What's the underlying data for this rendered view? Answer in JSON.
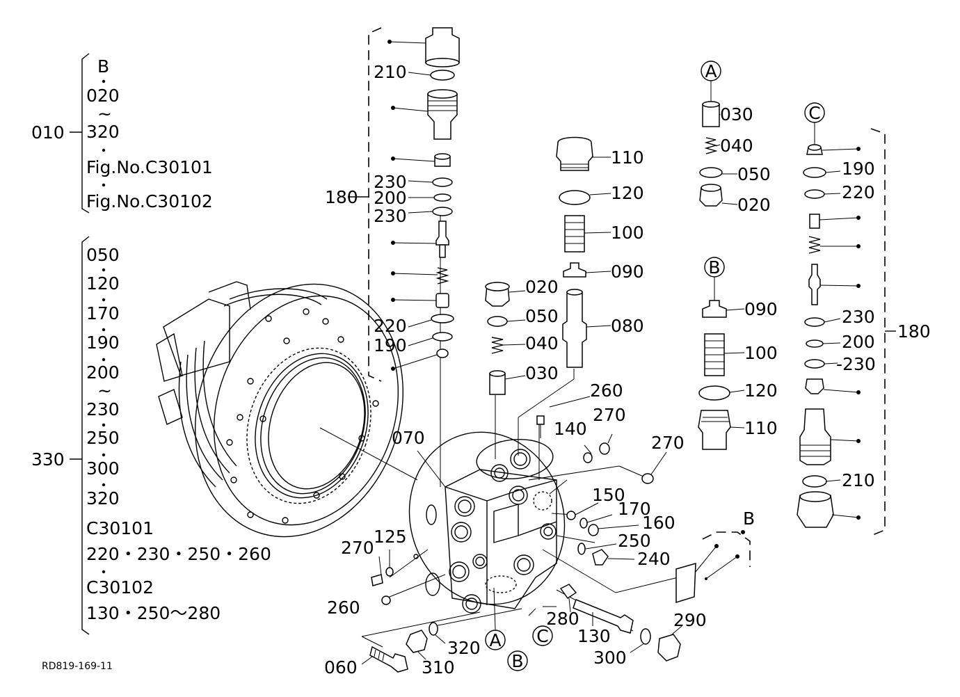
{
  "legend_010": {
    "number": "010",
    "lines": [
      "B",
      "020",
      "~",
      "320",
      "Fig.No.C30101",
      "Fig.No.C30102"
    ]
  },
  "legend_330": {
    "number": "330",
    "lines": [
      "050",
      "120",
      "170",
      "190",
      "200",
      "~",
      "230",
      "250",
      "300",
      "320",
      "C30101",
      "220・230・250・260",
      "C30102",
      "130・250～280"
    ]
  },
  "left_assembly_labels": {
    "l210": "210",
    "l230a": "230",
    "l200": "200",
    "l230b": "230",
    "l180": "180",
    "l220": "220",
    "l190": "190"
  },
  "center_labels": {
    "l020": "020",
    "l050": "050",
    "l040": "040",
    "l030": "030",
    "l110": "110",
    "l120": "120",
    "l100": "100",
    "l090": "090",
    "l080": "080",
    "l260a": "260",
    "l270a": "270",
    "l140": "140",
    "l270b": "270",
    "l070": "070",
    "l150": "150",
    "l170": "170",
    "l160": "160",
    "l250": "250",
    "l240": "240",
    "l270c": "270",
    "l125": "125",
    "l260b": "260",
    "l280": "280",
    "l130": "130",
    "l290": "290",
    "l300": "300",
    "l320": "320",
    "l310": "310",
    "l060": "060"
  },
  "detail_A_labels": {
    "circle": "A",
    "l030": "030",
    "l040": "040",
    "l050": "050",
    "l020": "020"
  },
  "detail_B_labels": {
    "circle": "B",
    "l090": "090",
    "l100": "100",
    "l120": "120",
    "l110": "110"
  },
  "detail_C_labels": {
    "circle": "C",
    "l190": "190",
    "l220": "220",
    "l230a": "230",
    "l200": "200",
    "l230b": "-230",
    "l210": "210",
    "l180": "180"
  },
  "callouts": {
    "A": "A",
    "B": "B",
    "C": "C",
    "B_bracket": "B"
  },
  "figure_code": "RD819-169-11"
}
